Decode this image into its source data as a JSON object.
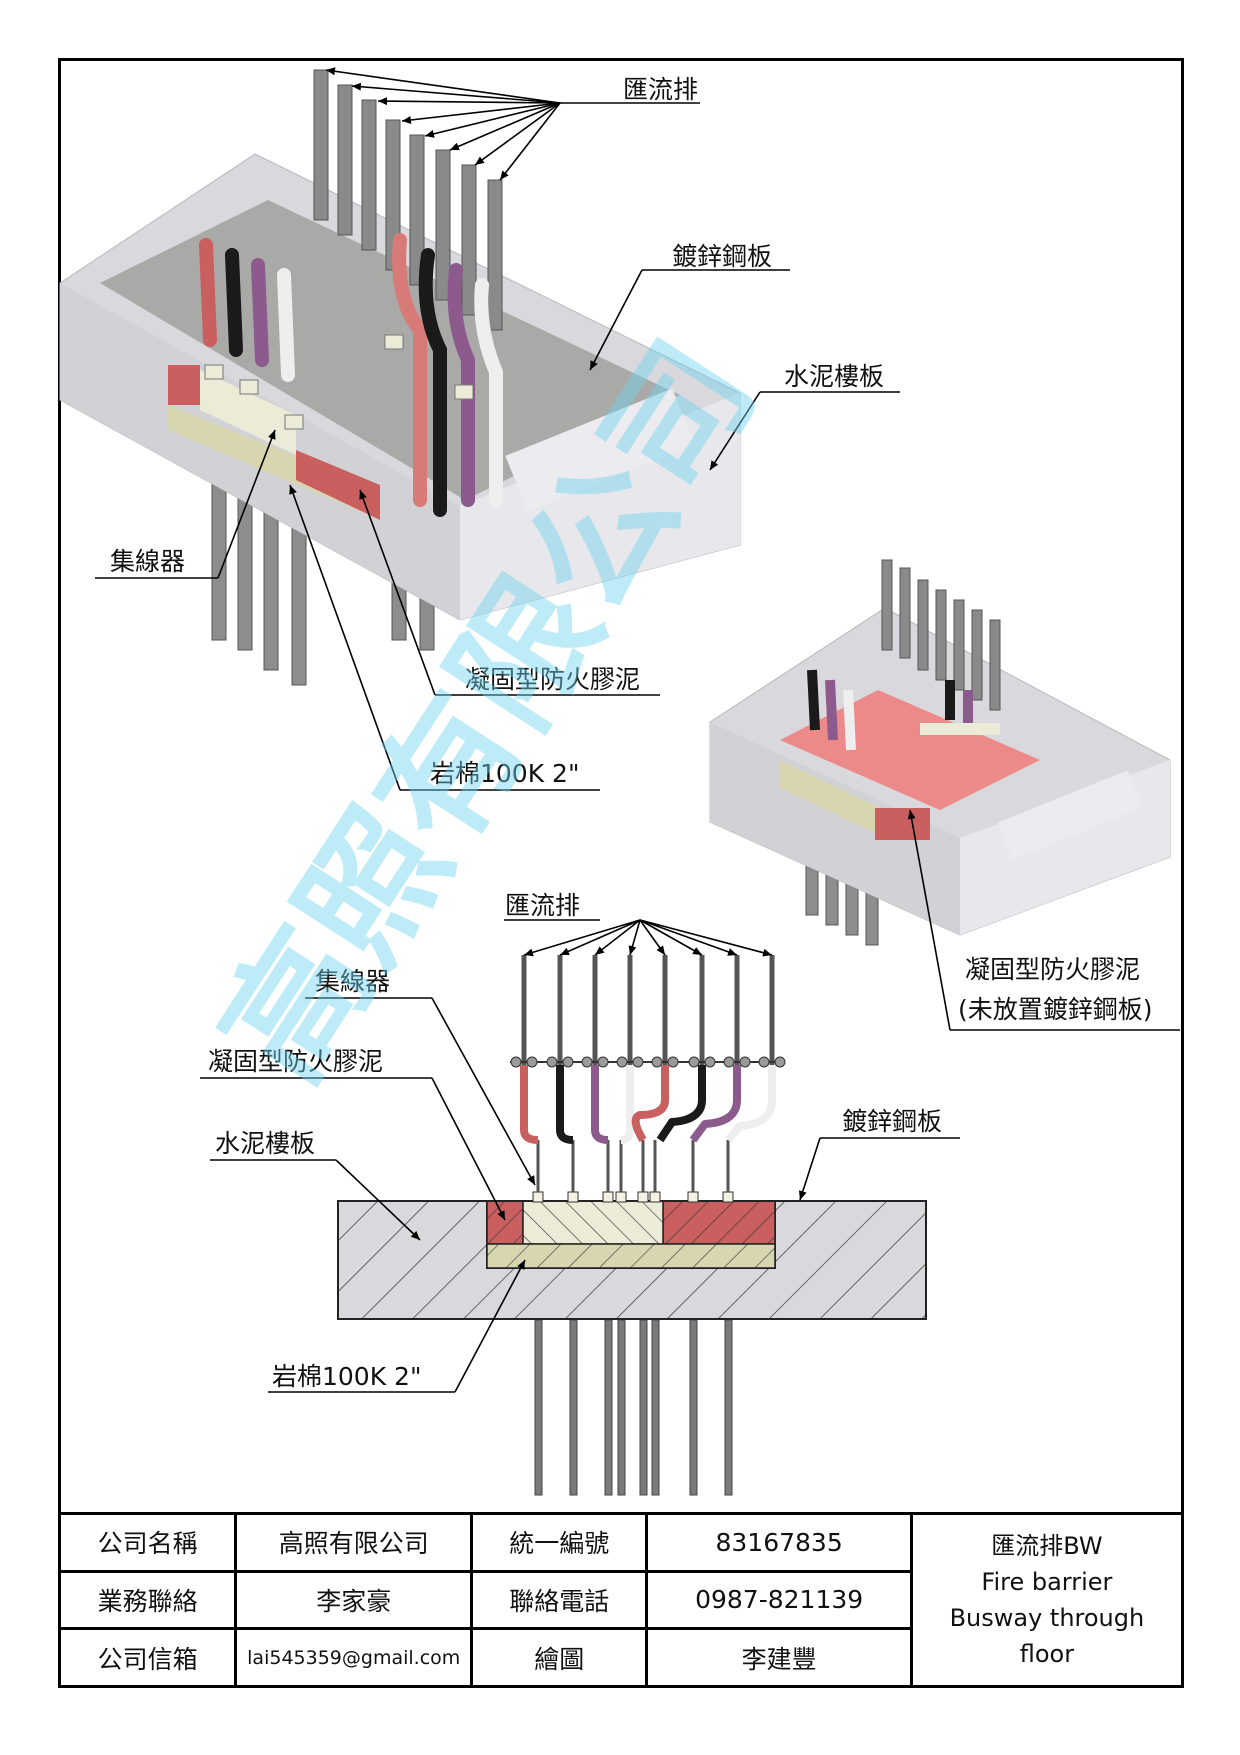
{
  "watermark": "高照有限公司",
  "labels": {
    "busbar": "匯流排",
    "galv_plate": "鍍鋅鋼板",
    "concrete_slab": "水泥樓板",
    "collector": "集線器",
    "fire_putty": "凝固型防火膠泥",
    "rock_wool": "岩棉100K 2\"",
    "fire_putty_no_plate_1": "凝固型防火膠泥",
    "fire_putty_no_plate_2": "(未放置鍍鋅鋼板)",
    "busbar_2": "匯流排",
    "collector_2": "集線器",
    "fire_putty_2": "凝固型防火膠泥",
    "concrete_slab_2": "水泥樓板",
    "galv_plate_2": "鍍鋅鋼板",
    "rock_wool_2": "岩棉100K 2\""
  },
  "title_block": {
    "company_label": "公司名稱",
    "company_value": "高照有限公司",
    "tax_id_label": "統一編號",
    "tax_id_value": "83167835",
    "contact_label": "業務聯絡",
    "contact_value": "李家豪",
    "phone_label": "聯絡電話",
    "phone_value": "0987-821139",
    "email_label": "公司信箱",
    "email_value": "lai545359@gmail.com",
    "drawn_label": "繪圖",
    "drawn_value": "李建豐",
    "title_line1": "匯流排BW",
    "title_line2": "Fire barrier",
    "title_line3": "Busway through",
    "title_line4": "floor"
  },
  "colors": {
    "concrete": "#d9d9dd",
    "galvanized_plate": "#a9aaa7",
    "fire_putty": "#c9605f",
    "rock_wool": "#d8d6b0",
    "collector": "#ecebd8",
    "watermark": "#6fd3ee"
  }
}
